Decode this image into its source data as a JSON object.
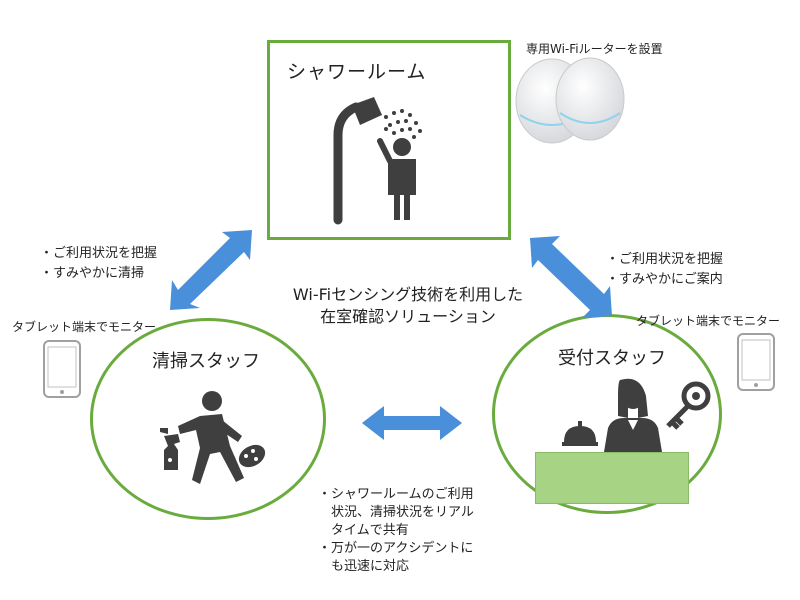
{
  "router": {
    "label": "専用Wi-Fiルーターを設置"
  },
  "shower_room": {
    "title": "シャワールーム"
  },
  "cleaning": {
    "title": "清掃スタッフ",
    "notes": [
      "・ご利用状況を把握",
      "・すみやかに清掃"
    ],
    "tablet_label": "タブレット端末でモニター"
  },
  "reception": {
    "title": "受付スタッフ",
    "notes": [
      "・ご利用状況を把握",
      "・すみやかにご案内"
    ],
    "tablet_label": "タブレット端末でモニター"
  },
  "center_caption": {
    "line1": "Wi-Fiセンシング技術を利用した",
    "line2": "在室確認ソリューション"
  },
  "shared_notes": {
    "line1": "・シャワールームのご利用",
    "line2": "　状況、清掃状況をリアル",
    "line3": "　タイムで共有",
    "line4": "・万が一のアクシデントに",
    "line5": "　も迅速に対応"
  },
  "colors": {
    "green_border": "#6aab3e",
    "arrow_blue": "#4a8fd9",
    "counter_green": "#a6d484",
    "icon_dark": "#3f3f3f"
  }
}
